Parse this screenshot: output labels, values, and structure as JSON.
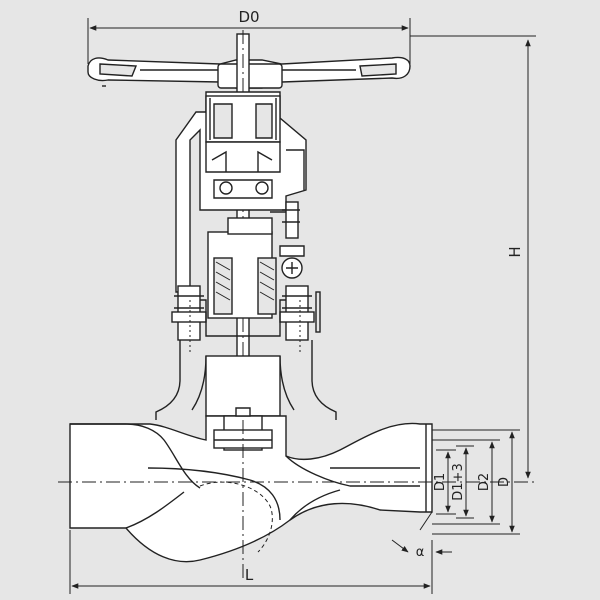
{
  "labels": {
    "d0": "D0",
    "h": "H",
    "d1": "D1",
    "d1_plus_3": "D1+3",
    "d2": "D2",
    "d": "D",
    "alpha": "α",
    "l": "L"
  },
  "colors": {
    "background": "#e6e6e6",
    "line": "#222222",
    "section_fill": "#ffffff"
  }
}
